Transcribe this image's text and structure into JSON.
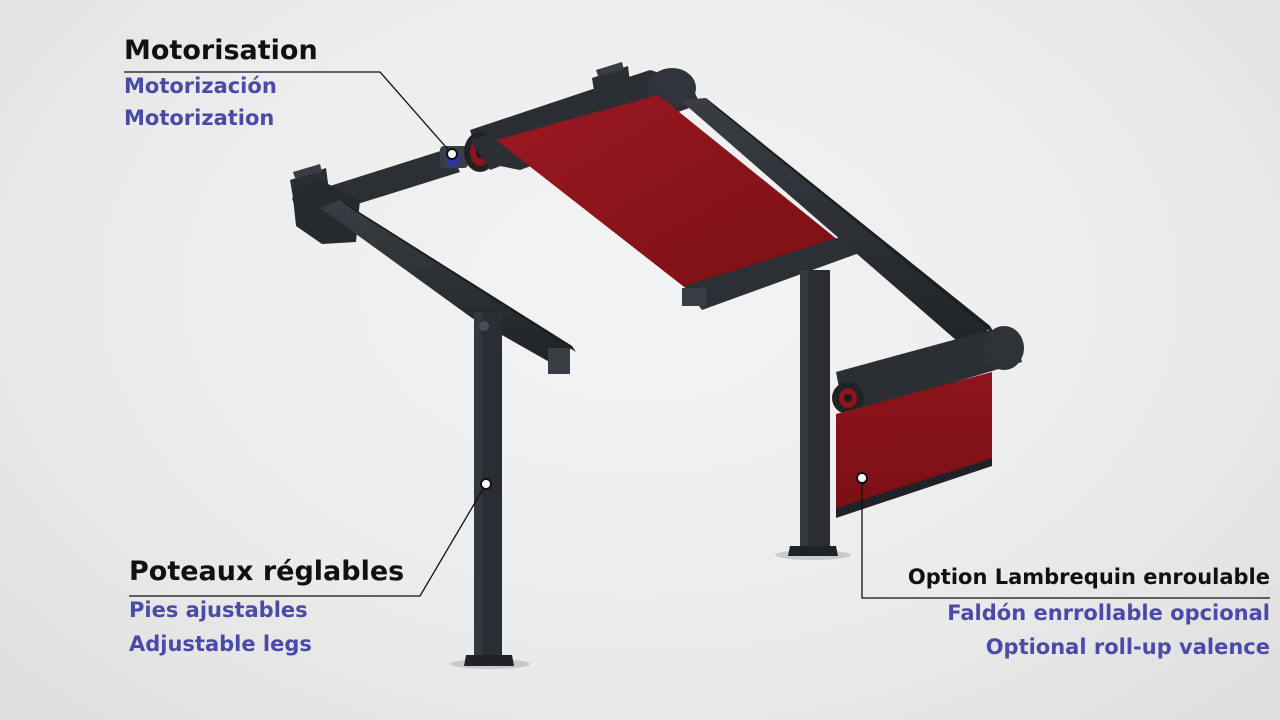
{
  "callouts": {
    "motorisation": {
      "title": "Motorisation",
      "spanish": "Motorización",
      "english": "Motorization"
    },
    "legs": {
      "title": "Poteaux réglables",
      "spanish": "Pies ajustables",
      "english": "Adjustable legs"
    },
    "valence": {
      "title": "Option Lambrequin enroulable",
      "spanish": "Faldón enrrollable opcional",
      "english": "Optional roll-up valence"
    }
  },
  "colors": {
    "frame": "#2a2d31",
    "canopy": "#8e141b",
    "subtitle": "#4a4aa8",
    "title": "#111111",
    "background": "#ececec"
  }
}
